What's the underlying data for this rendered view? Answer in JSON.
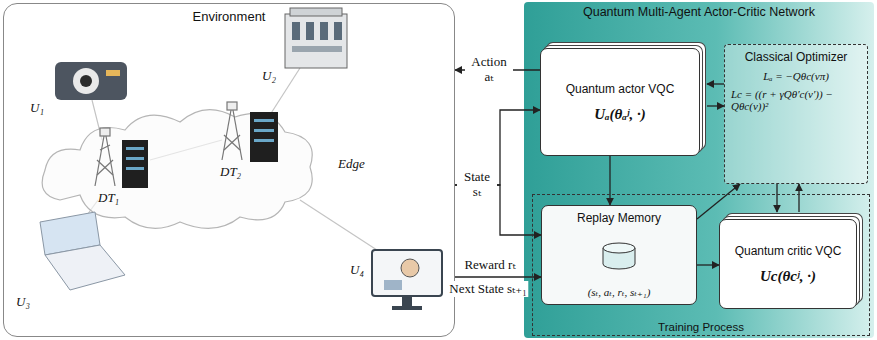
{
  "diagram": {
    "nodes": [
      {
        "text": [
          "Environment"
        ]
      },
      {
        "text": [
          "Quantum Multi-Agent Actor-Critic Network"
        ]
      },
      {
        "text": [
          "Quantum actor VQC",
          "Uₐ(θₐʲ, ·)"
        ],
        "in": 1
      },
      {
        "text": [
          "Classical Optimizer",
          "Lₐ = −Qθc(vπ)",
          "Lc = ((r + γQθ′c(v′)) − Qθc(v))²"
        ],
        "in": 1
      },
      {
        "text": [
          "Training Process"
        ],
        "in": 1
      },
      {
        "text": [
          "Replay Memory",
          "(sₜ, aₜ, rₜ, sₜ₊₁)"
        ],
        "in": 4
      },
      {
        "text": [
          "Quantum critic VQC",
          "Uc(θcʲ, ·)"
        ],
        "in": 4
      }
    ],
    "edges": [
      {
        "from": 2,
        "to": 0,
        "label": "Action aₜ",
        "arrow": "to"
      },
      {
        "from": 0,
        "to": 2,
        "label": "State sₜ",
        "arrow": "to"
      },
      {
        "from": 0,
        "to": 5,
        "arrow": "to"
      },
      {
        "from": 0,
        "to": 5,
        "label": "Reward rₜ",
        "arrow": "to"
      },
      {
        "from": 2,
        "to": 5,
        "arrow": "to"
      },
      {
        "from": 5,
        "to": 3,
        "arrow": "to"
      },
      {
        "from": 5,
        "to": 6,
        "arrow": "to"
      },
      {
        "from": 3,
        "to": 6,
        "arrow": "to"
      },
      {
        "from": 6,
        "to": 3,
        "arrow": "to"
      },
      {
        "from": 3,
        "to": 2,
        "arrow": "to"
      },
      {
        "from": 2,
        "to": 3,
        "arrow": "to"
      }
    ],
    "labels": [
      "U₁",
      "U₂",
      "Edge",
      "DT₁",
      "DT₂",
      "U₃",
      "U₄",
      "Next State sₜ₊₁"
    ]
  }
}
